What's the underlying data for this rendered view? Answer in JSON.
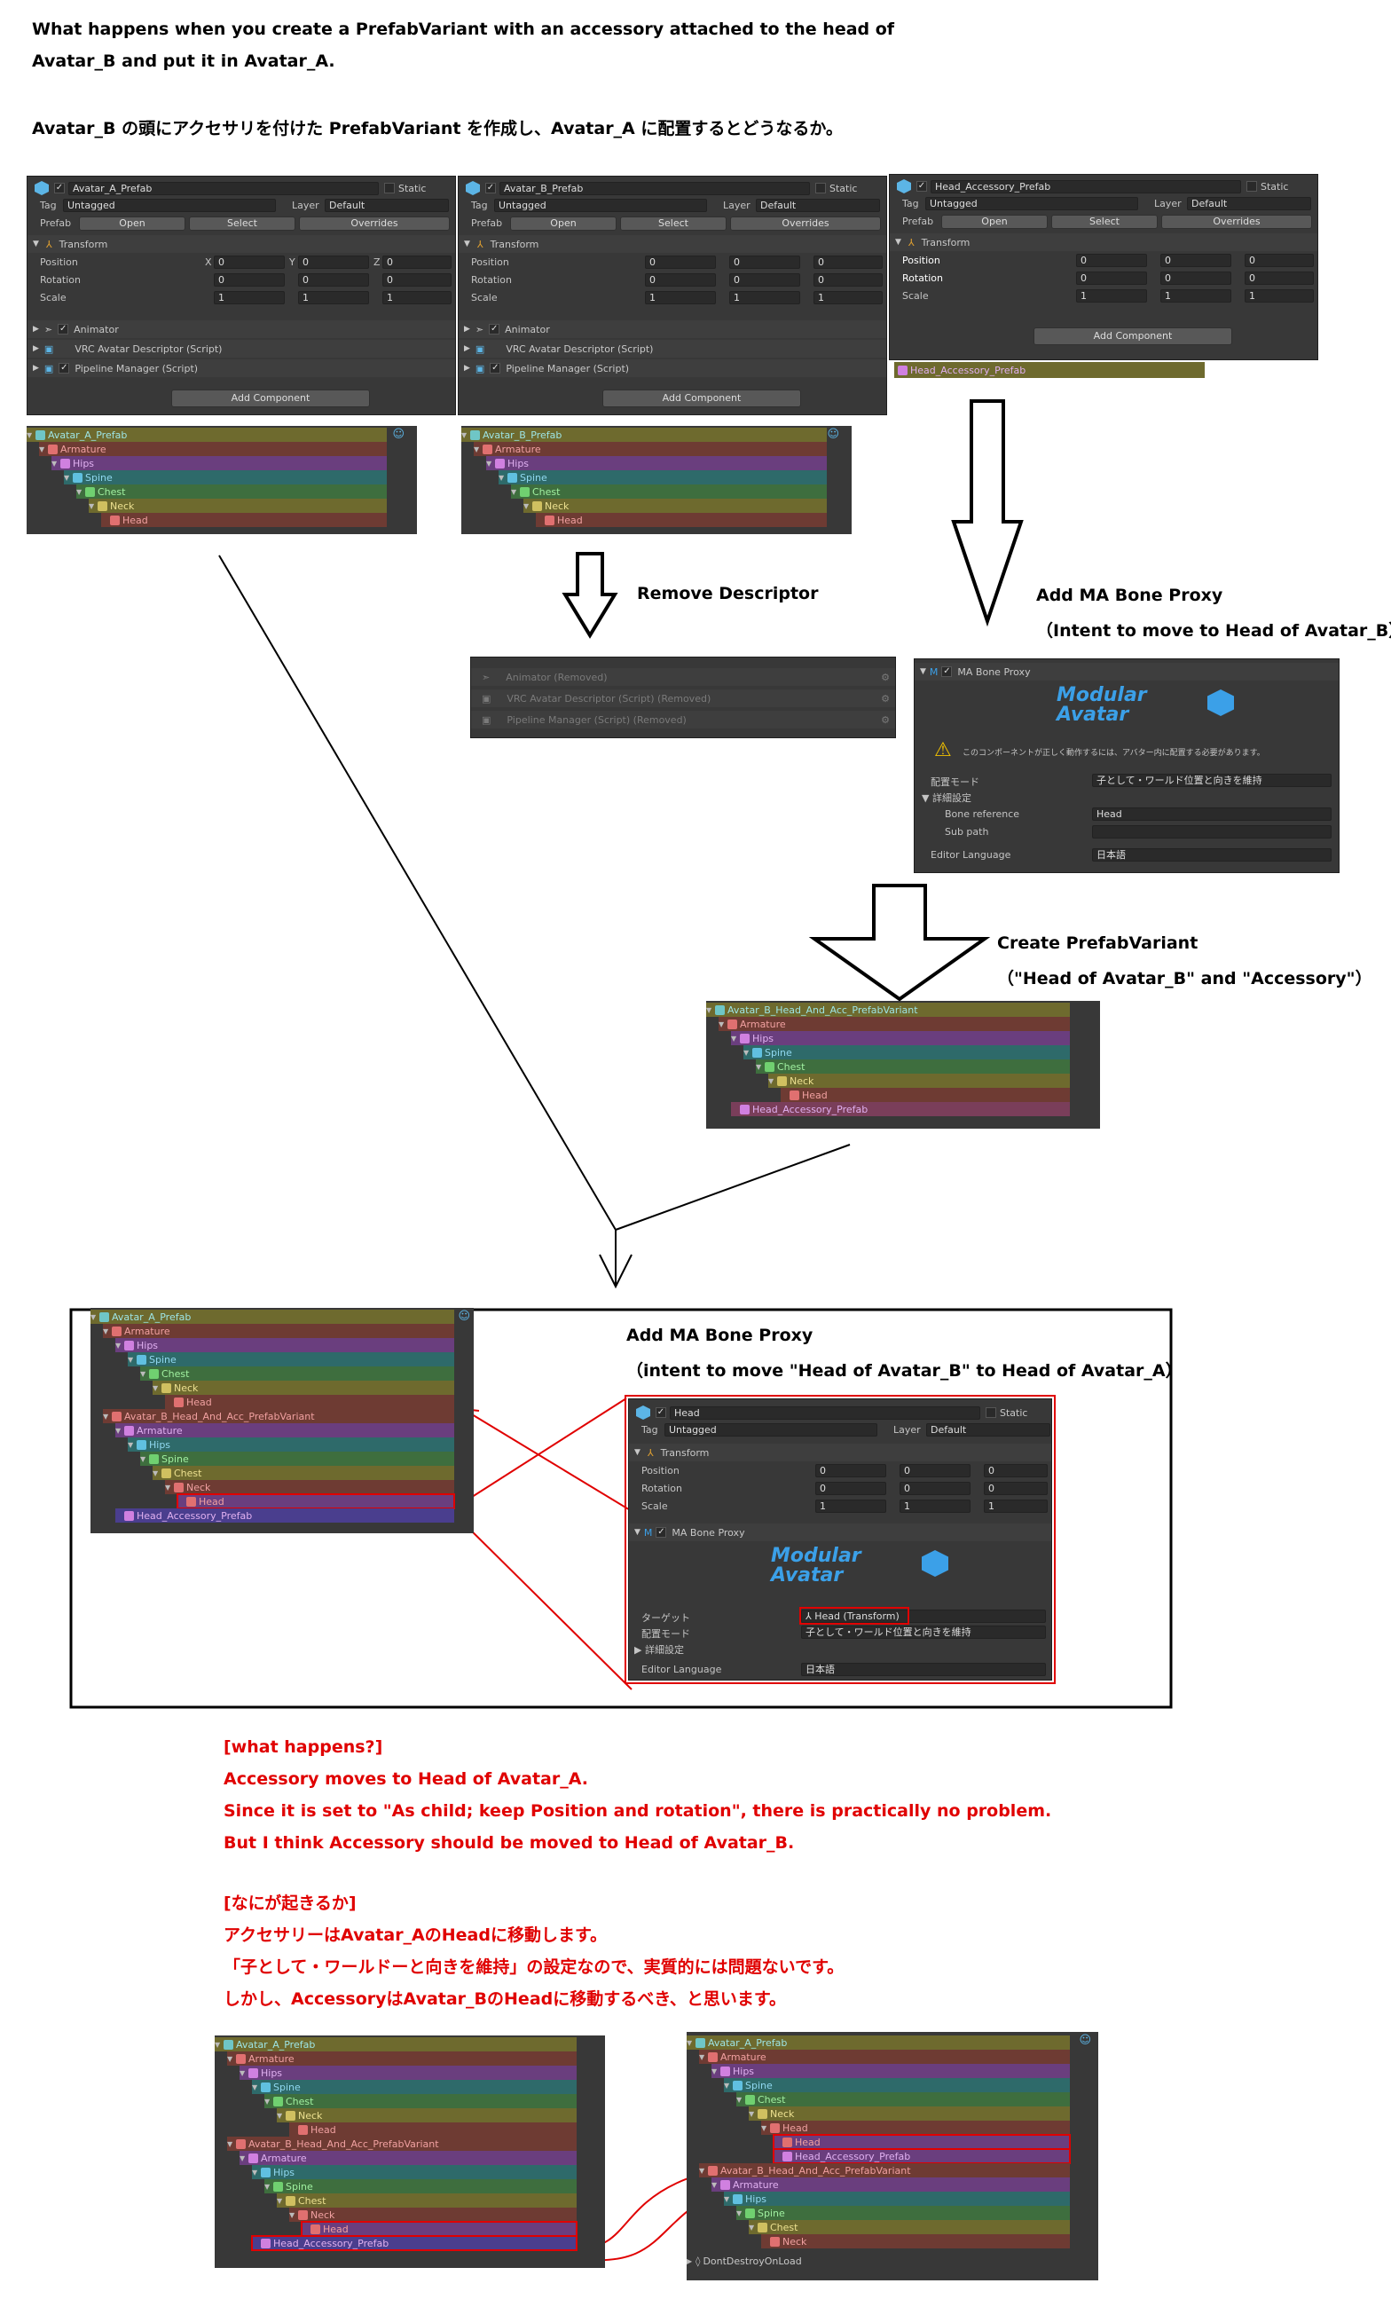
{
  "intro": {
    "en_line1": "What happens when you create a PrefabVariant with an accessory attached to the head of",
    "en_line2": "Avatar_B and put it in Avatar_A.",
    "ja_line": "Avatar_B の頭にアクセサリを付けた PrefabVariant を作成し、Avatar_A に配置するとどうなるか。"
  },
  "common": {
    "static": "Static",
    "tag": "Tag",
    "untagged": "Untagged",
    "layer": "Layer",
    "default": "Default",
    "prefab": "Prefab",
    "open": "Open",
    "select": "Select",
    "overrides": "Overrides",
    "transform": "Transform",
    "position": "Position",
    "rotation": "Rotation",
    "scale": "Scale",
    "x": "X",
    "y": "Y",
    "z": "Z",
    "zero": "0",
    "one": "1",
    "animator": "Animator",
    "vrc_descriptor": "VRC Avatar Descriptor (Script)",
    "pipeline": "Pipeline Manager (Script)",
    "add_component": "Add Component"
  },
  "inspector_a": {
    "name": "Avatar_A_Prefab"
  },
  "inspector_b": {
    "name": "Avatar_B_Prefab"
  },
  "inspector_acc": {
    "name": "Head_Accessory_Prefab",
    "footer": "Head_Accessory_Prefab"
  },
  "hier_a": [
    "Avatar_A_Prefab",
    "Armature",
    "Hips",
    "Spine",
    "Chest",
    "Neck",
    "Head"
  ],
  "hier_b": [
    "Avatar_B_Prefab",
    "Armature",
    "Hips",
    "Spine",
    "Chest",
    "Neck",
    "Head"
  ],
  "step_remove": {
    "label": "Remove Descriptor",
    "items": [
      "Animator (Removed)",
      "VRC Avatar Descriptor (Script) (Removed)",
      "Pipeline Manager (Script) (Removed)"
    ]
  },
  "step_bone_proxy": {
    "title": "Add MA Bone Proxy",
    "subtitle": "（Intent to move to Head of Avatar_B）",
    "component": "MA Bone Proxy",
    "logo_top": "Modular",
    "logo_bottom": "Avatar",
    "warning": "このコンポーネントが正しく動作するには、アバター内に配置する必要があります。",
    "placement_mode_label": "配置モード",
    "placement_mode_value": "子として・ワールド位置と向きを維持",
    "advanced_label": "詳細設定",
    "bone_reference_label": "Bone reference",
    "bone_reference_value": "Head",
    "sub_path_label": "Sub path",
    "editor_language_label": "Editor Language",
    "editor_language_value": "日本語"
  },
  "step_variant": {
    "title": "Create PrefabVariant",
    "subtitle": "（\"Head of Avatar_B\" and \"Accessory\"）",
    "hier": [
      "Avatar_B_Head_And_Acc_PrefabVariant",
      "Armature",
      "Hips",
      "Spine",
      "Chest",
      "Neck",
      "Head",
      "Head_Accessory_Prefab"
    ]
  },
  "step_placed": {
    "title": "Add MA Bone Proxy",
    "subtitle": "（intent to move \"Head of Avatar_B\" to Head of Avatar_A）",
    "hier": [
      "Avatar_A_Prefab",
      "Armature",
      "Hips",
      "Spine",
      "Chest",
      "Neck",
      "Head",
      "Avatar_B_Head_And_Acc_PrefabVariant",
      "Armature",
      "Hips",
      "Spine",
      "Chest",
      "Neck",
      "Head",
      "Head_Accessory_Prefab"
    ],
    "inspector_name": "Head",
    "target_label": "ターゲット",
    "target_value": "Head (Transform)"
  },
  "explain_en": [
    "[what happens?]",
    "Accessory moves to Head of Avatar_A.",
    "Since it is set to \"As child; keep Position and rotation\", there is practically no problem.",
    "But I think Accessory should be moved to Head of Avatar_B."
  ],
  "explain_ja": [
    "[なにが起きるか]",
    "アクセサリーはAvatar_AのHeadに移動します。",
    "「子として・ワールドーと向きを維持」の設定なので、実質的には問題ないです。",
    "しかし、AccessoryはAvatar_BのHeadに移動するべき、と思います。"
  ],
  "bottom_left": [
    "Avatar_A_Prefab",
    "Armature",
    "Hips",
    "Spine",
    "Chest",
    "Neck",
    "Head",
    "Avatar_B_Head_And_Acc_PrefabVariant",
    "Armature",
    "Hips",
    "Spine",
    "Chest",
    "Neck",
    "Head",
    "Head_Accessory_Prefab"
  ],
  "bottom_right": [
    "Avatar_A_Prefab",
    "Armature",
    "Hips",
    "Spine",
    "Chest",
    "Neck",
    "Head",
    "Head",
    "Head_Accessory_Prefab",
    "Avatar_B_Head_And_Acc_PrefabVariant",
    "Armature",
    "Hips",
    "Spine",
    "Chest",
    "Neck",
    "DontDestroyOnLoad"
  ],
  "colors": {
    "red": "#e00000",
    "olive": "#6e6a2e",
    "brown": "#6e3b33",
    "purple": "#6a3e7e",
    "teal": "#2e6a6a",
    "green": "#3e6e3e",
    "pink": "#7a3e5a"
  }
}
